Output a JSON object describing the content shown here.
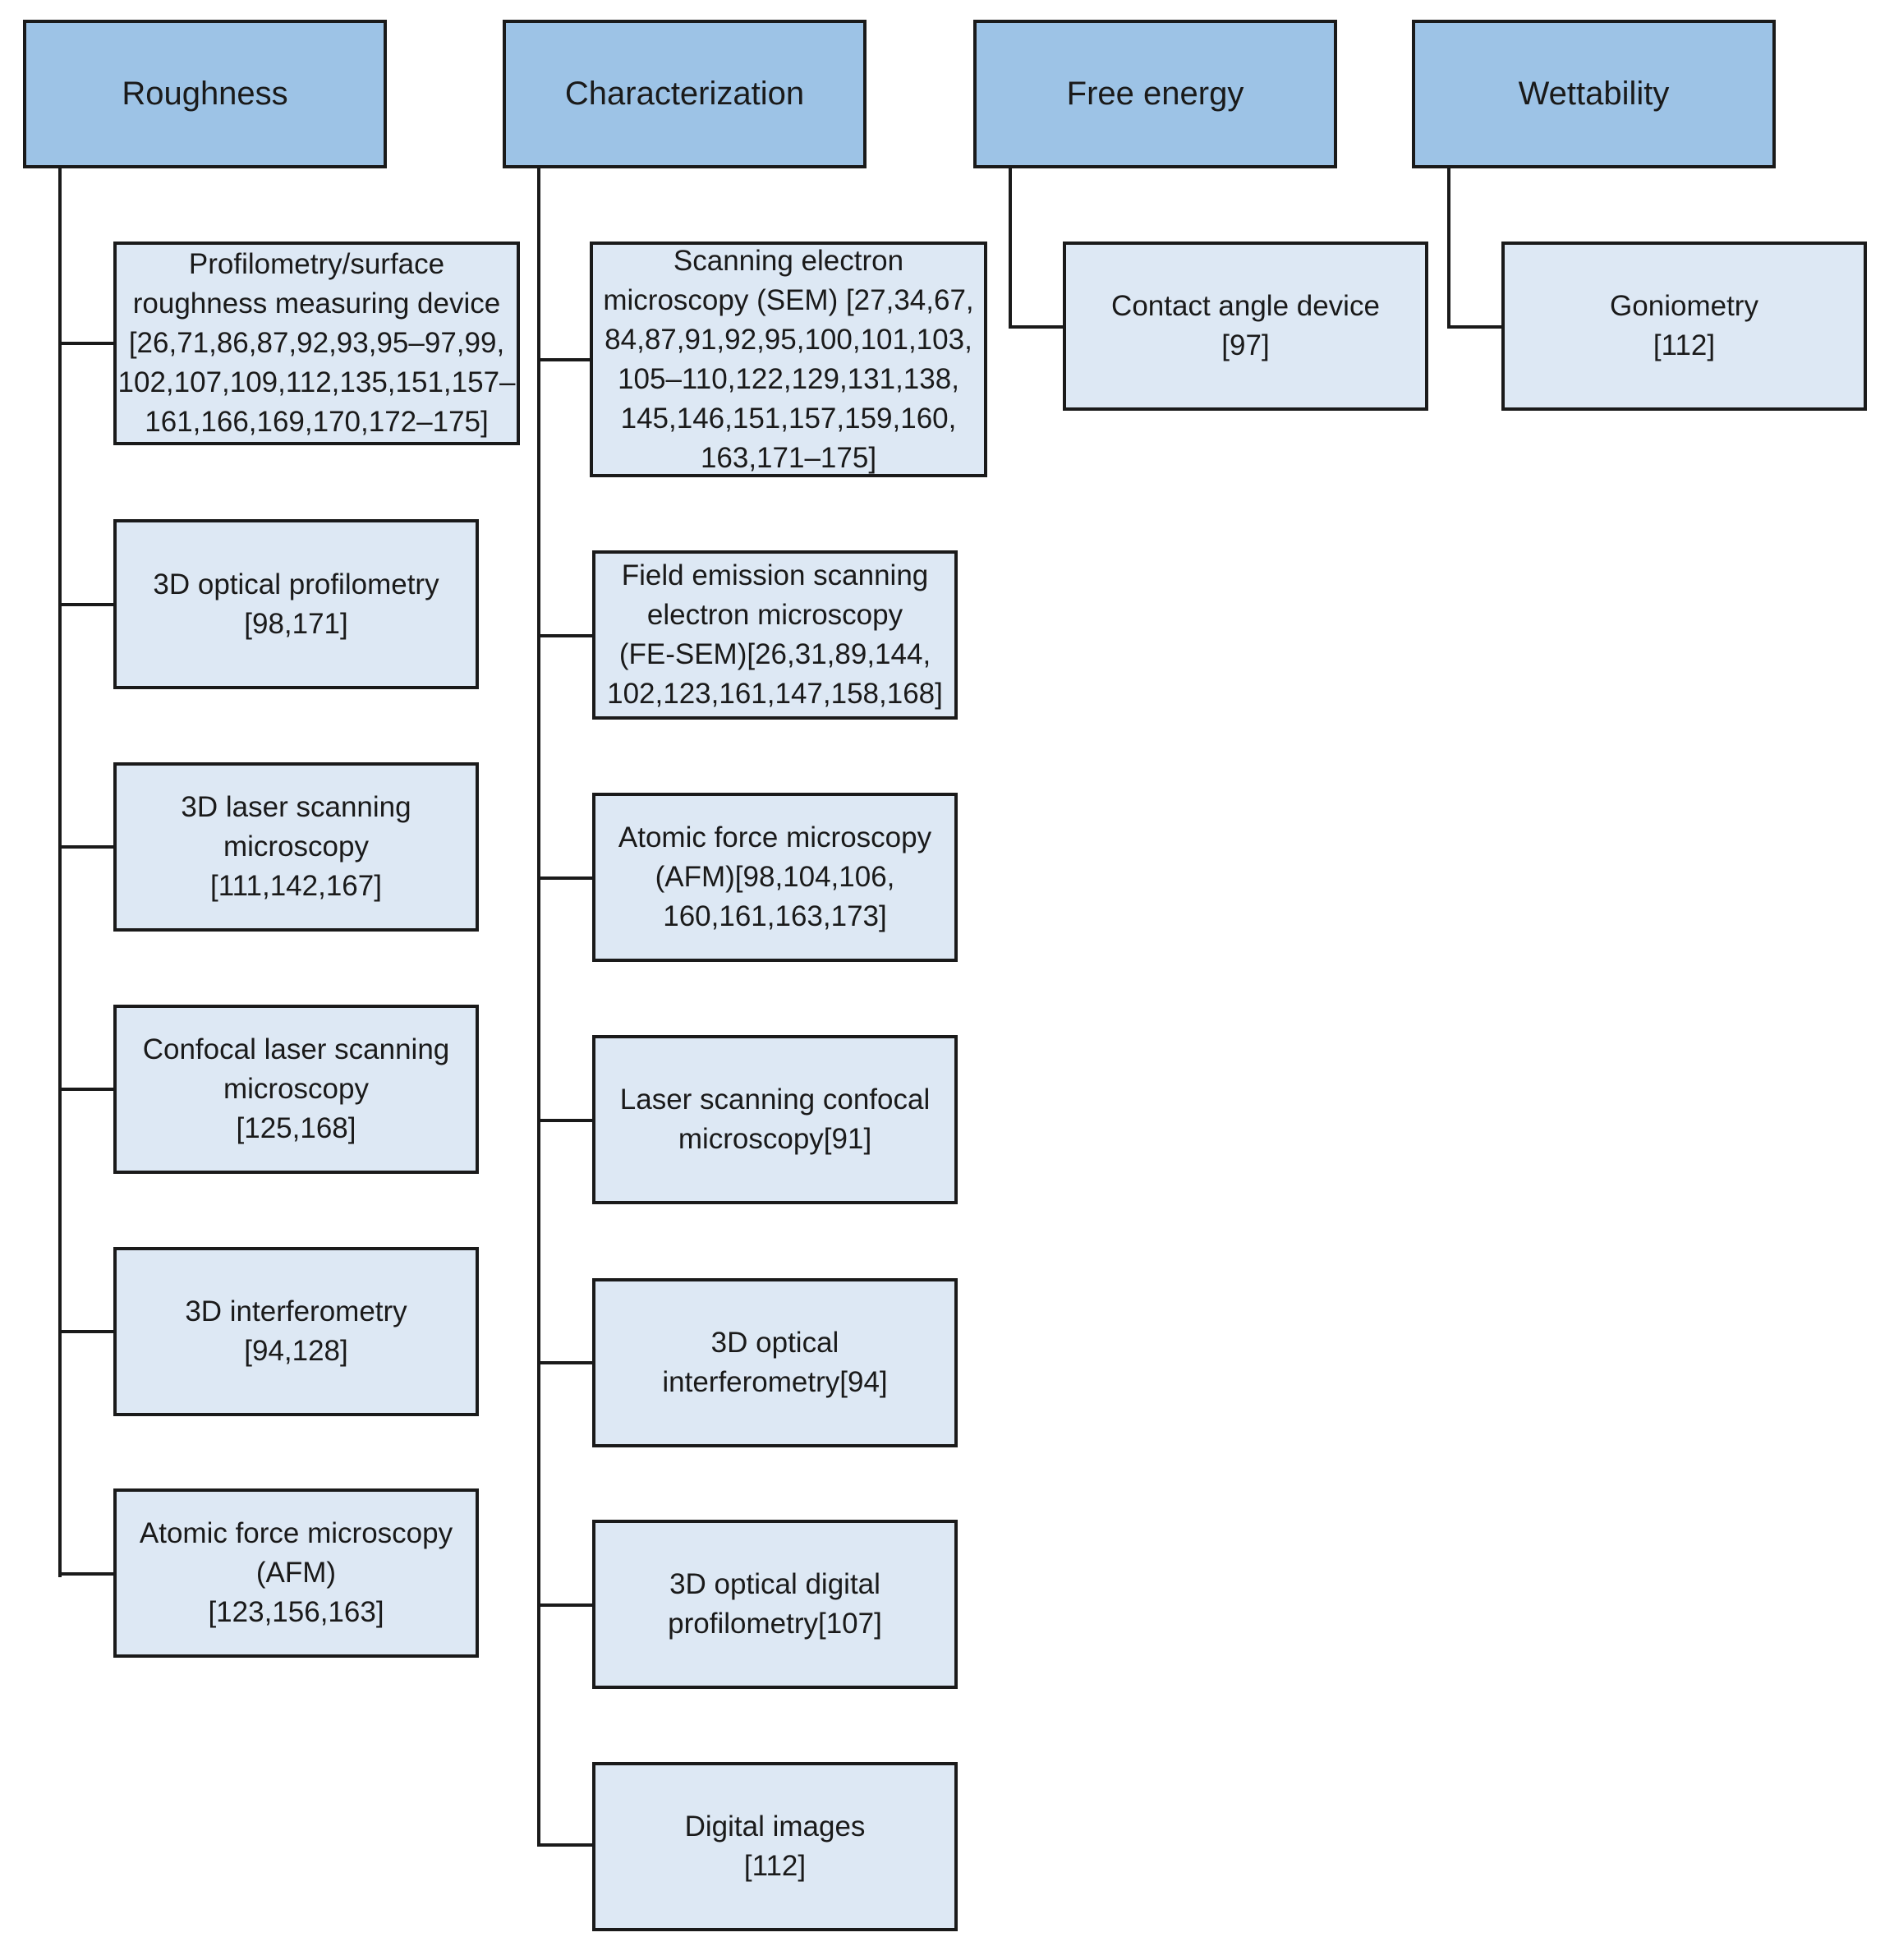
{
  "categories": [
    {
      "title": "Roughness",
      "items": [
        {
          "lines": [
            "Profilometry/surface",
            "roughness measuring device",
            "[26,71,86,87,92,93,95–97,99,",
            "102,107,109,112,135,151,157–",
            "161,166,169,170,172–175]"
          ]
        },
        {
          "lines": [
            "3D optical profilometry",
            "[98,171]"
          ]
        },
        {
          "lines": [
            "3D laser scanning",
            "microscopy",
            "[111,142,167]"
          ]
        },
        {
          "lines": [
            "Confocal laser scanning",
            "microscopy",
            "[125,168]"
          ]
        },
        {
          "lines": [
            "3D interferometry",
            "[94,128]"
          ]
        },
        {
          "lines": [
            "Atomic force microscopy",
            "(AFM)",
            "[123,156,163]"
          ]
        }
      ]
    },
    {
      "title": "Characterization",
      "items": [
        {
          "lines": [
            "Scanning electron",
            "microscopy (SEM) [27,34,67,",
            "84,87,91,92,95,100,101,103,",
            "105–110,122,129,131,138,",
            "145,146,151,157,159,160,",
            "163,171–175]"
          ]
        },
        {
          "lines": [
            "Field emission scanning",
            "electron microscopy",
            "(FE-SEM)[26,31,89,144,",
            "102,123,161,147,158,168]"
          ]
        },
        {
          "lines": [
            "Atomic force microscopy",
            "(AFM)[98,104,106,",
            "160,161,163,173]"
          ]
        },
        {
          "lines": [
            "Laser scanning confocal",
            "microscopy[91]"
          ]
        },
        {
          "lines": [
            "3D optical",
            "interferometry[94]"
          ]
        },
        {
          "lines": [
            "3D optical digital",
            "profilometry[107]"
          ]
        },
        {
          "lines": [
            "Digital images",
            "[112]"
          ]
        }
      ]
    },
    {
      "title": "Free energy",
      "items": [
        {
          "lines": [
            "Contact angle device",
            "[97]"
          ]
        }
      ]
    },
    {
      "title": "Wettability",
      "items": [
        {
          "lines": [
            "Goniometry",
            "[112]"
          ]
        }
      ]
    }
  ]
}
